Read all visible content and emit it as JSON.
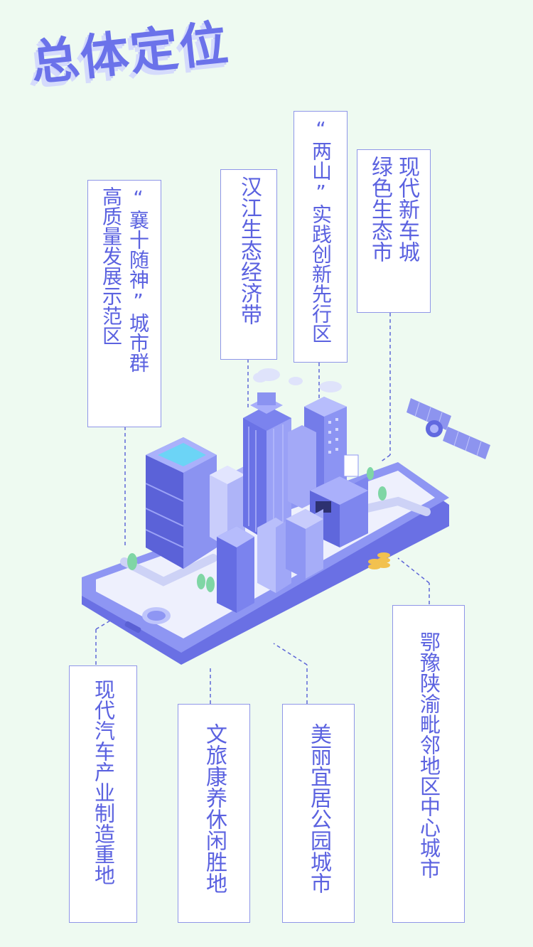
{
  "title": "总体定位",
  "labels": {
    "xiangshi_col1": "“襄十随神”城市群",
    "xiangshi_col2": "高质量发展示范区",
    "hanjiang": "汉江生态经济带",
    "liangshan": "“两山”实践创新先行区",
    "green_city_col1": "现代新车城",
    "green_city_col2": "绿色生态市",
    "auto_industry": "现代汽车产业制造重地",
    "tourism": "文旅康养休闲胜地",
    "livable_city": "美丽宜居公园城市",
    "regional_center": "鄂豫陕渝毗邻地区中心城市"
  },
  "colors": {
    "accent": "#6b72ea",
    "text": "#5b62e0",
    "background": "#eefaf1",
    "box_border": "#8f96e8"
  }
}
